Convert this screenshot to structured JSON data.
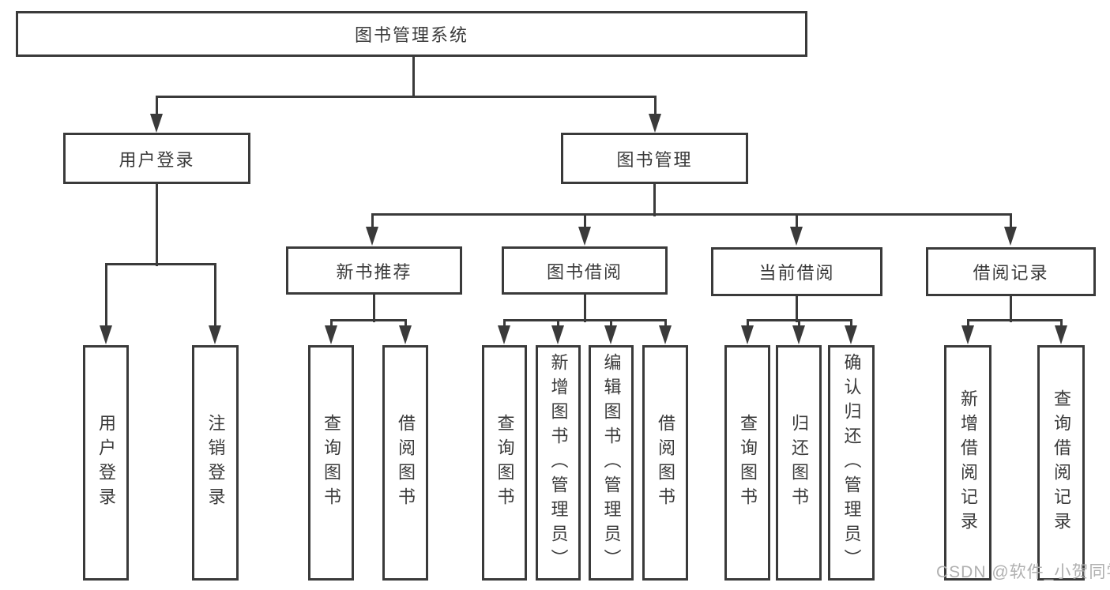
{
  "diagram": {
    "type": "hierarchy-tree",
    "title": "图书管理系统",
    "watermark": "CSDN @软件_小贺同学",
    "colors": {
      "background": "#ffffff",
      "box_border": "#333333",
      "line": "#3a3a3a",
      "text": "#3a3a3a",
      "watermark": "#b0b0b0"
    },
    "nodes": [
      {
        "id": "root",
        "label": "图书管理系统",
        "level": 1,
        "orientation": "horizontal",
        "children": [
          "user-login",
          "book-mgmt"
        ]
      },
      {
        "id": "user-login",
        "label": "用户登录",
        "level": 2,
        "orientation": "horizontal",
        "children": [
          "leaf-user-login",
          "leaf-logout"
        ]
      },
      {
        "id": "book-mgmt",
        "label": "图书管理",
        "level": 2,
        "orientation": "horizontal",
        "children": [
          "new-book-rec",
          "book-borrow",
          "current-borrow",
          "borrow-records"
        ]
      },
      {
        "id": "new-book-rec",
        "label": "新书推荐",
        "level": 3,
        "orientation": "horizontal",
        "children": [
          "leaf-query-book-1",
          "leaf-borrow-book-1"
        ]
      },
      {
        "id": "book-borrow",
        "label": "图书借阅",
        "level": 3,
        "orientation": "horizontal",
        "children": [
          "leaf-query-book-2",
          "leaf-add-book",
          "leaf-edit-book",
          "leaf-borrow-book-2"
        ]
      },
      {
        "id": "current-borrow",
        "label": "当前借阅",
        "level": 3,
        "orientation": "horizontal",
        "children": [
          "leaf-query-book-3",
          "leaf-return-book",
          "leaf-confirm-return"
        ]
      },
      {
        "id": "borrow-records",
        "label": "借阅记录",
        "level": 3,
        "orientation": "horizontal",
        "children": [
          "leaf-add-record",
          "leaf-query-record"
        ]
      },
      {
        "id": "leaf-user-login",
        "label": "用户登录",
        "level": 4,
        "orientation": "vertical",
        "children": []
      },
      {
        "id": "leaf-logout",
        "label": "注销登录",
        "level": 4,
        "orientation": "vertical",
        "children": []
      },
      {
        "id": "leaf-query-book-1",
        "label": "查询图书",
        "level": 4,
        "orientation": "vertical",
        "children": []
      },
      {
        "id": "leaf-borrow-book-1",
        "label": "借阅图书",
        "level": 4,
        "orientation": "vertical",
        "children": []
      },
      {
        "id": "leaf-query-book-2",
        "label": "查询图书",
        "level": 4,
        "orientation": "vertical",
        "children": []
      },
      {
        "id": "leaf-add-book",
        "label": "新增图书（管理员）",
        "level": 4,
        "orientation": "vertical",
        "children": []
      },
      {
        "id": "leaf-edit-book",
        "label": "编辑图书（管理员）",
        "level": 4,
        "orientation": "vertical",
        "children": []
      },
      {
        "id": "leaf-borrow-book-2",
        "label": "借阅图书",
        "level": 4,
        "orientation": "vertical",
        "children": []
      },
      {
        "id": "leaf-query-book-3",
        "label": "查询图书",
        "level": 4,
        "orientation": "vertical",
        "children": []
      },
      {
        "id": "leaf-return-book",
        "label": "归还图书",
        "level": 4,
        "orientation": "vertical",
        "children": []
      },
      {
        "id": "leaf-confirm-return",
        "label": "确认归还（管理员）",
        "level": 4,
        "orientation": "vertical",
        "children": []
      },
      {
        "id": "leaf-add-record",
        "label": "新增借阅记录",
        "level": 4,
        "orientation": "vertical",
        "children": []
      },
      {
        "id": "leaf-query-record",
        "label": "查询借阅记录",
        "level": 4,
        "orientation": "vertical",
        "children": []
      }
    ]
  }
}
